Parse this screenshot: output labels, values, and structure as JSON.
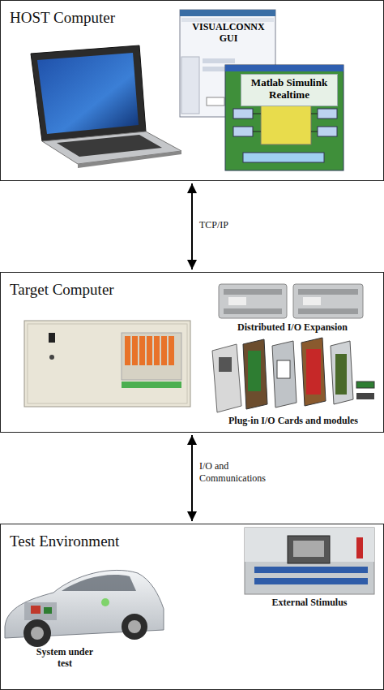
{
  "diagram": {
    "nodes": [
      {
        "text": [
          "HOST Computer"
        ]
      },
      {
        "text": [
          "VISUALCONNX GUI"
        ],
        "in": 0
      },
      {
        "text": [
          "Matlab Simulink Realtime"
        ],
        "in": 0
      },
      {
        "text": [
          "Target Computer"
        ]
      },
      {
        "text": [
          "Test Environment"
        ]
      }
    ],
    "edges": [
      {
        "from": 0,
        "to": 3,
        "label": "TCP/IP",
        "arrow": "both"
      },
      {
        "from": 3,
        "to": 4,
        "label": "I/O and Communications",
        "arrow": "both"
      }
    ],
    "labels": [
      "Distributed I/O Expansion",
      "Plug-in I/O Cards and modules",
      "External Stimulus",
      "System under test"
    ]
  }
}
